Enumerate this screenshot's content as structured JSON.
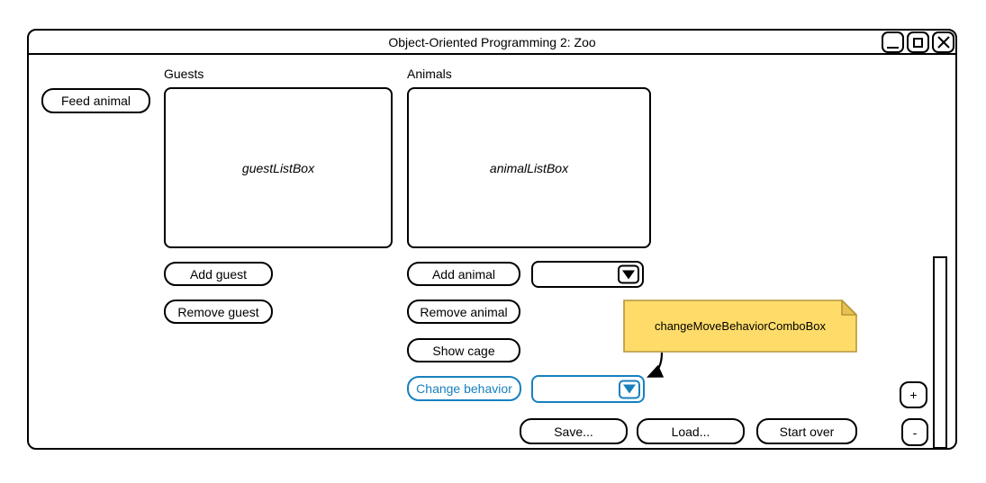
{
  "window": {
    "title": "Object-Oriented Programming 2: Zoo"
  },
  "guests": {
    "label": "Guests",
    "listbox_text": "guestListBox",
    "feed_button": "Feed animal",
    "add_button": "Add guest",
    "remove_button": "Remove guest"
  },
  "animals": {
    "label": "Animals",
    "listbox_text": "animalListBox",
    "add_button": "Add animal",
    "remove_button": "Remove animal",
    "show_cage_button": "Show cage",
    "change_behavior_button": "Change behavior",
    "animal_type_combo_value": "",
    "move_behavior_combo_value": ""
  },
  "annotation": {
    "note_text": "changeMoveBehaviorComboBox"
  },
  "footer": {
    "save_button": "Save...",
    "load_button": "Load...",
    "start_over_button": "Start over"
  },
  "side_controls": {
    "zoom_in": "+",
    "zoom_out": "-"
  },
  "colors": {
    "accent_blue": "#1780BF",
    "note_fill": "#FFDC69",
    "note_fold": "#E8C150",
    "note_border": "#B5953B"
  }
}
